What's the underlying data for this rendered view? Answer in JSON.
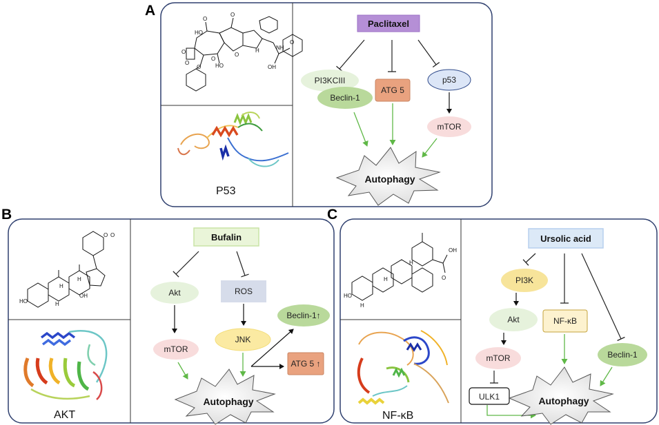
{
  "panels": {
    "A": {
      "letter": "A",
      "drug": "Paclitaxel",
      "protein": "P53",
      "nodes": {
        "pi3k": "PI3KCIII",
        "beclin": "Beclin-1",
        "atg5": "ATG 5",
        "p53": "p53",
        "mtor": "mTOR"
      },
      "outcome": "Autophagy"
    },
    "B": {
      "letter": "B",
      "drug": "Bufalin",
      "protein": "AKT",
      "nodes": {
        "akt": "Akt",
        "ros": "ROS",
        "mtor": "mTOR",
        "jnk": "JNK",
        "beclin": "Beclin-1↑",
        "atg5": "ATG 5 ↑"
      },
      "outcome": "Autophagy"
    },
    "C": {
      "letter": "C",
      "drug": "Ursolic acid",
      "protein": "NF-κB",
      "nodes": {
        "pi3k": "PI3K",
        "akt": "Akt",
        "nfkb": "NF-κB",
        "mtor": "mTOR",
        "beclin": "Beclin-1",
        "ulk1": "ULK1"
      },
      "outcome": "Autophagy"
    }
  },
  "structure_atoms": {
    "paclitaxel": [
      "HO",
      "O",
      "O",
      "O",
      "O",
      "HO",
      "O",
      "OH",
      "NH",
      "O",
      "O",
      "H",
      "O"
    ],
    "bufalin": [
      "O",
      "O",
      "HO",
      "H",
      "H",
      "H",
      "OH"
    ],
    "ursolic": [
      "H",
      "OH",
      "O",
      "HO",
      "H",
      "H"
    ]
  },
  "colors": {
    "panel_border": "#2e3f6e",
    "inhibit_line": "#222222",
    "green_arrow": "#5fb847",
    "paclitaxel_box": "#b58fd6",
    "bufalin_box": "#eaf5d9",
    "ursolic_box": "#dce9f7",
    "beclin_green": "#b9d99b",
    "atg5_orange": "#e9a27f",
    "p53_blue": "#dce6f7",
    "mtor_pink": "#f8dcdc",
    "jnk_yellow": "#fbeaa2",
    "ros_gray": "#d6dcea",
    "pi3k_yellow": "#f7e49a",
    "nfkb_yellow": "#fdf2cf"
  }
}
